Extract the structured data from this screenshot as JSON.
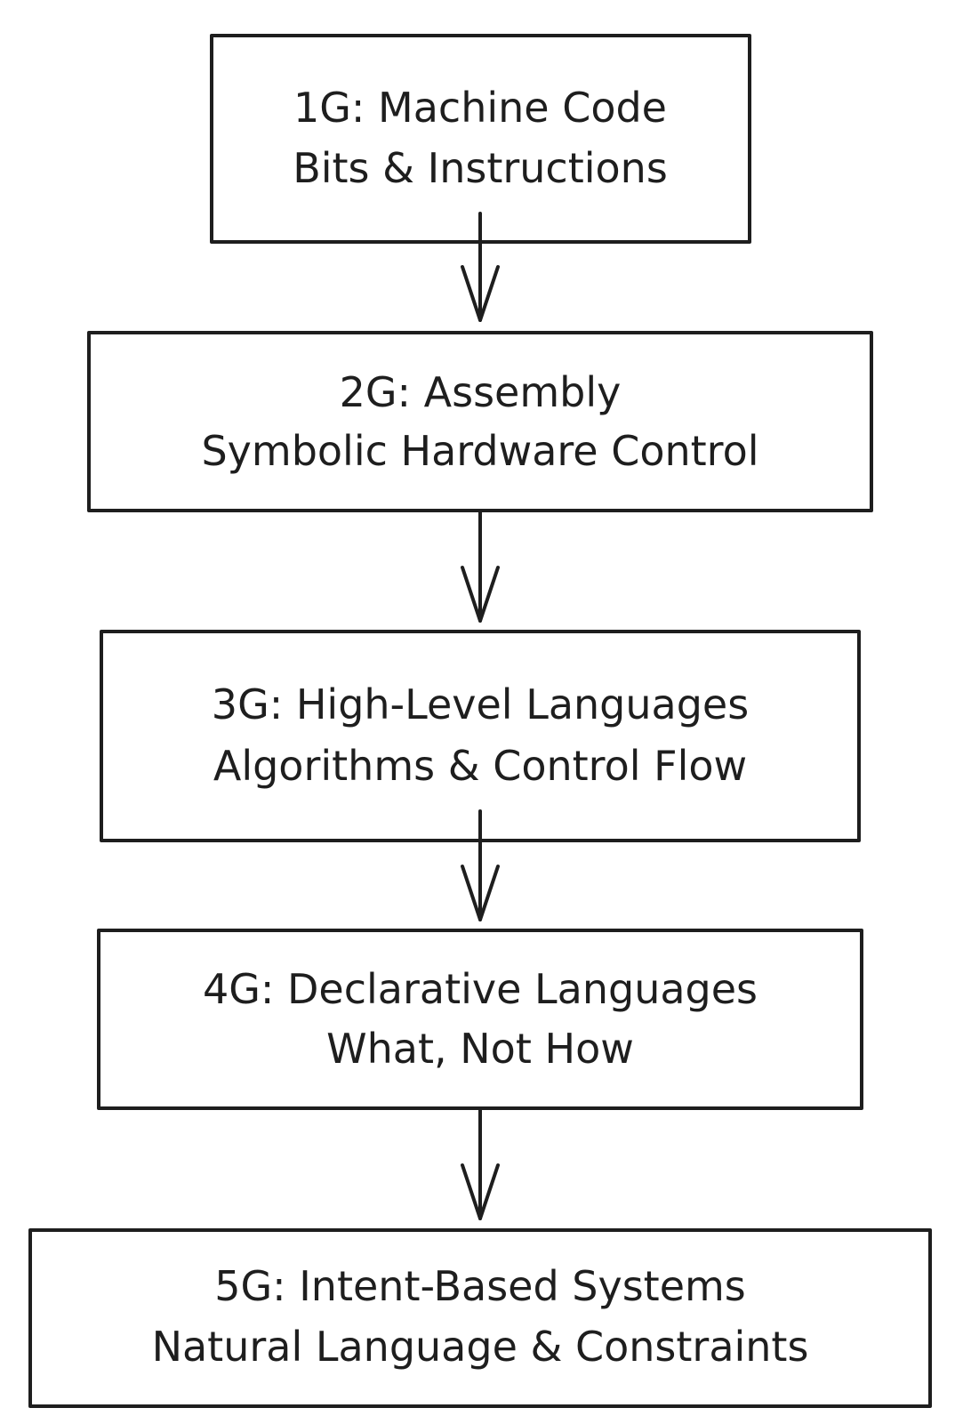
{
  "diagram": {
    "nodes": [
      {
        "id": "1g",
        "title": "1G: Machine Code",
        "subtitle": "Bits & Instructions"
      },
      {
        "id": "2g",
        "title": "2G: Assembly",
        "subtitle": "Symbolic Hardware Control"
      },
      {
        "id": "3g",
        "title": "3G: High-Level Languages",
        "subtitle": "Algorithms & Control Flow"
      },
      {
        "id": "4g",
        "title": "4G: Declarative Languages",
        "subtitle": "What, Not How"
      },
      {
        "id": "5g",
        "title": "5G: Intent-Based Systems",
        "subtitle": "Natural Language & Constraints"
      }
    ],
    "edges": [
      {
        "from": "1g",
        "to": "2g"
      },
      {
        "from": "2g",
        "to": "3g"
      },
      {
        "from": "3g",
        "to": "4g"
      },
      {
        "from": "4g",
        "to": "5g"
      }
    ],
    "colors": {
      "stroke": "#1e1e1e",
      "background": "#ffffff"
    }
  }
}
